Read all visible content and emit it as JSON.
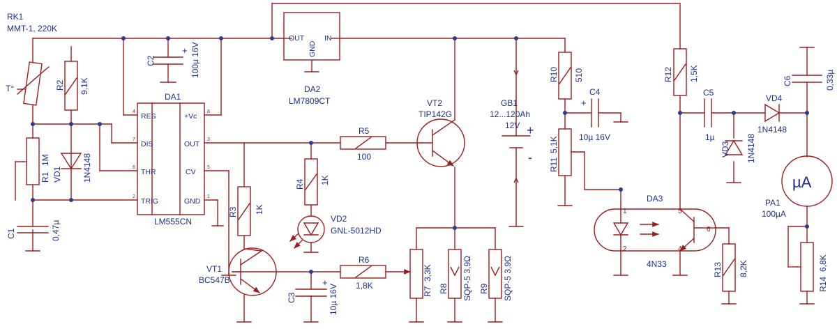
{
  "components": {
    "rk1": {
      "ref": "RK1",
      "value": "MMT-1, 220K",
      "t": "T°"
    },
    "r1": {
      "ref": "R1",
      "value": "1M"
    },
    "r2": {
      "ref": "R2",
      "value": "9,1K"
    },
    "vd1": {
      "ref": "VD1",
      "value": "1N4148"
    },
    "c1": {
      "ref": "C1",
      "value": "0,47µ"
    },
    "c2": {
      "ref": "C2",
      "value": "100µ 16V"
    },
    "da1": {
      "ref": "DA1",
      "part": "LM555CN",
      "pins": {
        "res": "RES",
        "dis": "DIS",
        "thr": "THR",
        "trig": "TRIG",
        "vc": "+Vc",
        "out": "OUT",
        "cv": "CV",
        "gnd": "GND"
      },
      "pin_numbers": {
        "res": "4",
        "dis": "7",
        "thr": "6",
        "trig": "2",
        "vc": "8",
        "out": "3",
        "cv": "5",
        "gnd": "1"
      }
    },
    "da2": {
      "ref": "DA2",
      "part": "LM7809CT",
      "pins": {
        "out": "OUT",
        "gnd": "GND",
        "in": "IN"
      }
    },
    "r3": {
      "ref": "R3",
      "value": "1K"
    },
    "r4": {
      "ref": "R4",
      "value": "1K"
    },
    "vd2": {
      "ref": "VD2",
      "value": "GNL-5012HD"
    },
    "r5": {
      "ref": "R5",
      "value": "100"
    },
    "vt1": {
      "ref": "VT1",
      "value": "BC547B"
    },
    "vt2": {
      "ref": "VT2",
      "value": "TIP142G"
    },
    "r6": {
      "ref": "R6",
      "value": "1,8K"
    },
    "c3": {
      "ref": "C3",
      "value": "10µ 16V"
    },
    "r7": {
      "ref": "R7",
      "value": "3,3K"
    },
    "r8": {
      "ref": "R8",
      "value": "SQP-5 3,9Ω"
    },
    "r9": {
      "ref": "R9",
      "value": "SQP-5 3,9Ω"
    },
    "gb1": {
      "ref": "GB1",
      "capacity": "12...120Ah",
      "voltage": "12V"
    },
    "r10": {
      "ref": "R10",
      "value": "510"
    },
    "r11": {
      "ref": "R11",
      "value": "5,1K"
    },
    "c4": {
      "ref": "C4",
      "value": "10µ 16V"
    },
    "da3": {
      "ref": "DA3",
      "part": "4N33",
      "pins": [
        "1",
        "2",
        "4",
        "5",
        "6"
      ]
    },
    "r12": {
      "ref": "R12",
      "value": "1,5K"
    },
    "c5": {
      "ref": "C5",
      "value": "1µ"
    },
    "vd3": {
      "ref": "VD3",
      "value": "1N4148"
    },
    "vd4": {
      "ref": "VD4",
      "value": "1N4148"
    },
    "c6": {
      "ref": "C6",
      "value": "0,33µ"
    },
    "pa1": {
      "ref": "PA1",
      "value": "100µA",
      "symbol": "µA"
    },
    "r13": {
      "ref": "R13",
      "value": "8,2K"
    },
    "r14": {
      "ref": "R14",
      "value": "6,8K"
    }
  },
  "symbols": {
    "plus": "+",
    "minus": "-"
  }
}
